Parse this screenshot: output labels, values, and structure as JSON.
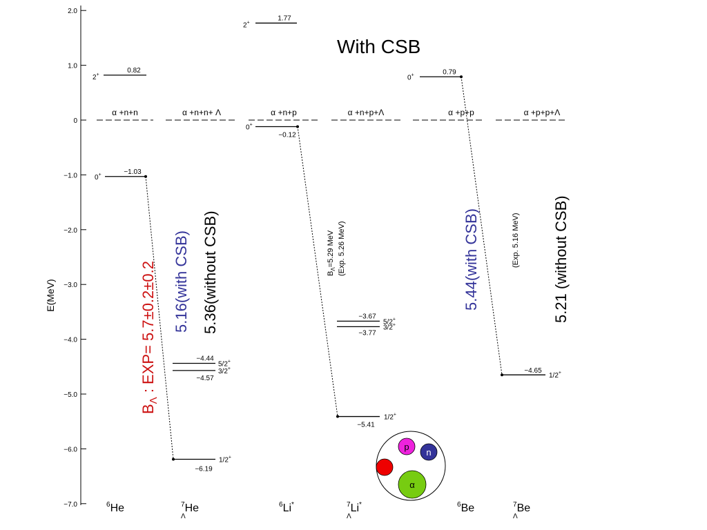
{
  "axis": {
    "label": "E(MeV)",
    "ticks": [
      {
        "value": 2.0,
        "label": "2.0"
      },
      {
        "value": 1.0,
        "label": "1.0"
      },
      {
        "value": 0,
        "label": "0"
      },
      {
        "value": -1.0,
        "label": "−1.0"
      },
      {
        "value": -2.0,
        "label": "−2.0"
      },
      {
        "value": -3.0,
        "label": "−3.0"
      },
      {
        "value": -4.0,
        "label": "−4.0"
      },
      {
        "value": -5.0,
        "label": "−5.0"
      },
      {
        "value": -6.0,
        "label": "−6.0"
      },
      {
        "value": -7.0,
        "label": "−7.0"
      }
    ]
  },
  "title": "With CSB",
  "nuclei": {
    "he6": {
      "mass": "6",
      "symbol": "He",
      "hyper_sub": "",
      "star": ""
    },
    "he7": {
      "mass": "7",
      "symbol": "He",
      "hyper_sub": "Λ",
      "star": ""
    },
    "li6": {
      "mass": "6",
      "symbol": "Li",
      "hyper_sub": "",
      "star": "*"
    },
    "li7": {
      "mass": "7",
      "symbol": "Li",
      "hyper_sub": "Λ",
      "star": "*"
    },
    "be6": {
      "mass": "6",
      "symbol": "Be",
      "hyper_sub": "",
      "star": ""
    },
    "be7": {
      "mass": "7",
      "symbol": "Be",
      "hyper_sub": "Λ",
      "star": ""
    }
  },
  "thresholds": {
    "he6": "α +n+n",
    "he7": "α +n+n+ Λ",
    "li6": "α +n+p",
    "li7": "α +n+p+Λ",
    "be6": "α +p+p",
    "be7": "α +p+p+Λ"
  },
  "levels": {
    "he6_excited": {
      "energy": 0.82,
      "energy_label": "0.82",
      "spin": "2",
      "parity": "+"
    },
    "he6_ground": {
      "energy": -1.03,
      "energy_label": "−1.03",
      "spin": "0",
      "parity": "+"
    },
    "he7_52": {
      "energy": -4.44,
      "energy_label": "−4.44",
      "spin": "5/2",
      "parity": "+"
    },
    "he7_32": {
      "energy": -4.57,
      "energy_label": "−4.57",
      "spin": "3/2",
      "parity": "+"
    },
    "he7_ground": {
      "energy": -6.19,
      "energy_label": "−6.19",
      "spin": "1/2",
      "parity": "+"
    },
    "li6_excited": {
      "energy": 1.77,
      "energy_label": "1.77",
      "spin": "2",
      "parity": "+"
    },
    "li6_ground": {
      "energy": -0.12,
      "energy_label": "−0.12",
      "spin": "0",
      "parity": "+"
    },
    "li7_52": {
      "energy": -3.67,
      "energy_label": "−3.67",
      "spin": "5/2",
      "parity": "+"
    },
    "li7_32": {
      "energy": -3.77,
      "energy_label": "−3.77",
      "spin": "3/2",
      "parity": "+"
    },
    "li7_ground": {
      "energy": -5.41,
      "energy_label": "−5.41",
      "spin": "1/2",
      "parity": "+"
    },
    "be6_ground": {
      "energy": 0.79,
      "energy_label": "0.79",
      "spin": "0",
      "parity": "+"
    },
    "be7_ground": {
      "energy": -4.65,
      "energy_label": "−4.65",
      "spin": "1/2",
      "parity": "+"
    }
  },
  "annotations": {
    "he_exp_prefix": "B",
    "he_exp_sub": "Λ",
    "he_exp_rest": " : EXP=  5.7±0.2±0.2",
    "he_with_csb": "5.16(with CSB)",
    "he_without_csb": "5.36(without CSB)",
    "li_b_prefix": "B",
    "li_b_sub": "Λ",
    "li_b_value": "=5.29 MeV",
    "li_exp": "(Exp. 5.26 MeV)",
    "be_with_csb": "5.44(with CSB)",
    "be_exp": "(Exp. 5.16 MeV)",
    "be_without_csb": "5.21 (without CSB)"
  },
  "cluster": {
    "p": "p",
    "n": "n",
    "alpha": "α"
  },
  "colors": {
    "red": "#cc1111",
    "navy": "#333399",
    "proton": "#ee22dd",
    "neutron": "#333399",
    "lambda": "#ee0000",
    "alpha": "#77cc11"
  }
}
